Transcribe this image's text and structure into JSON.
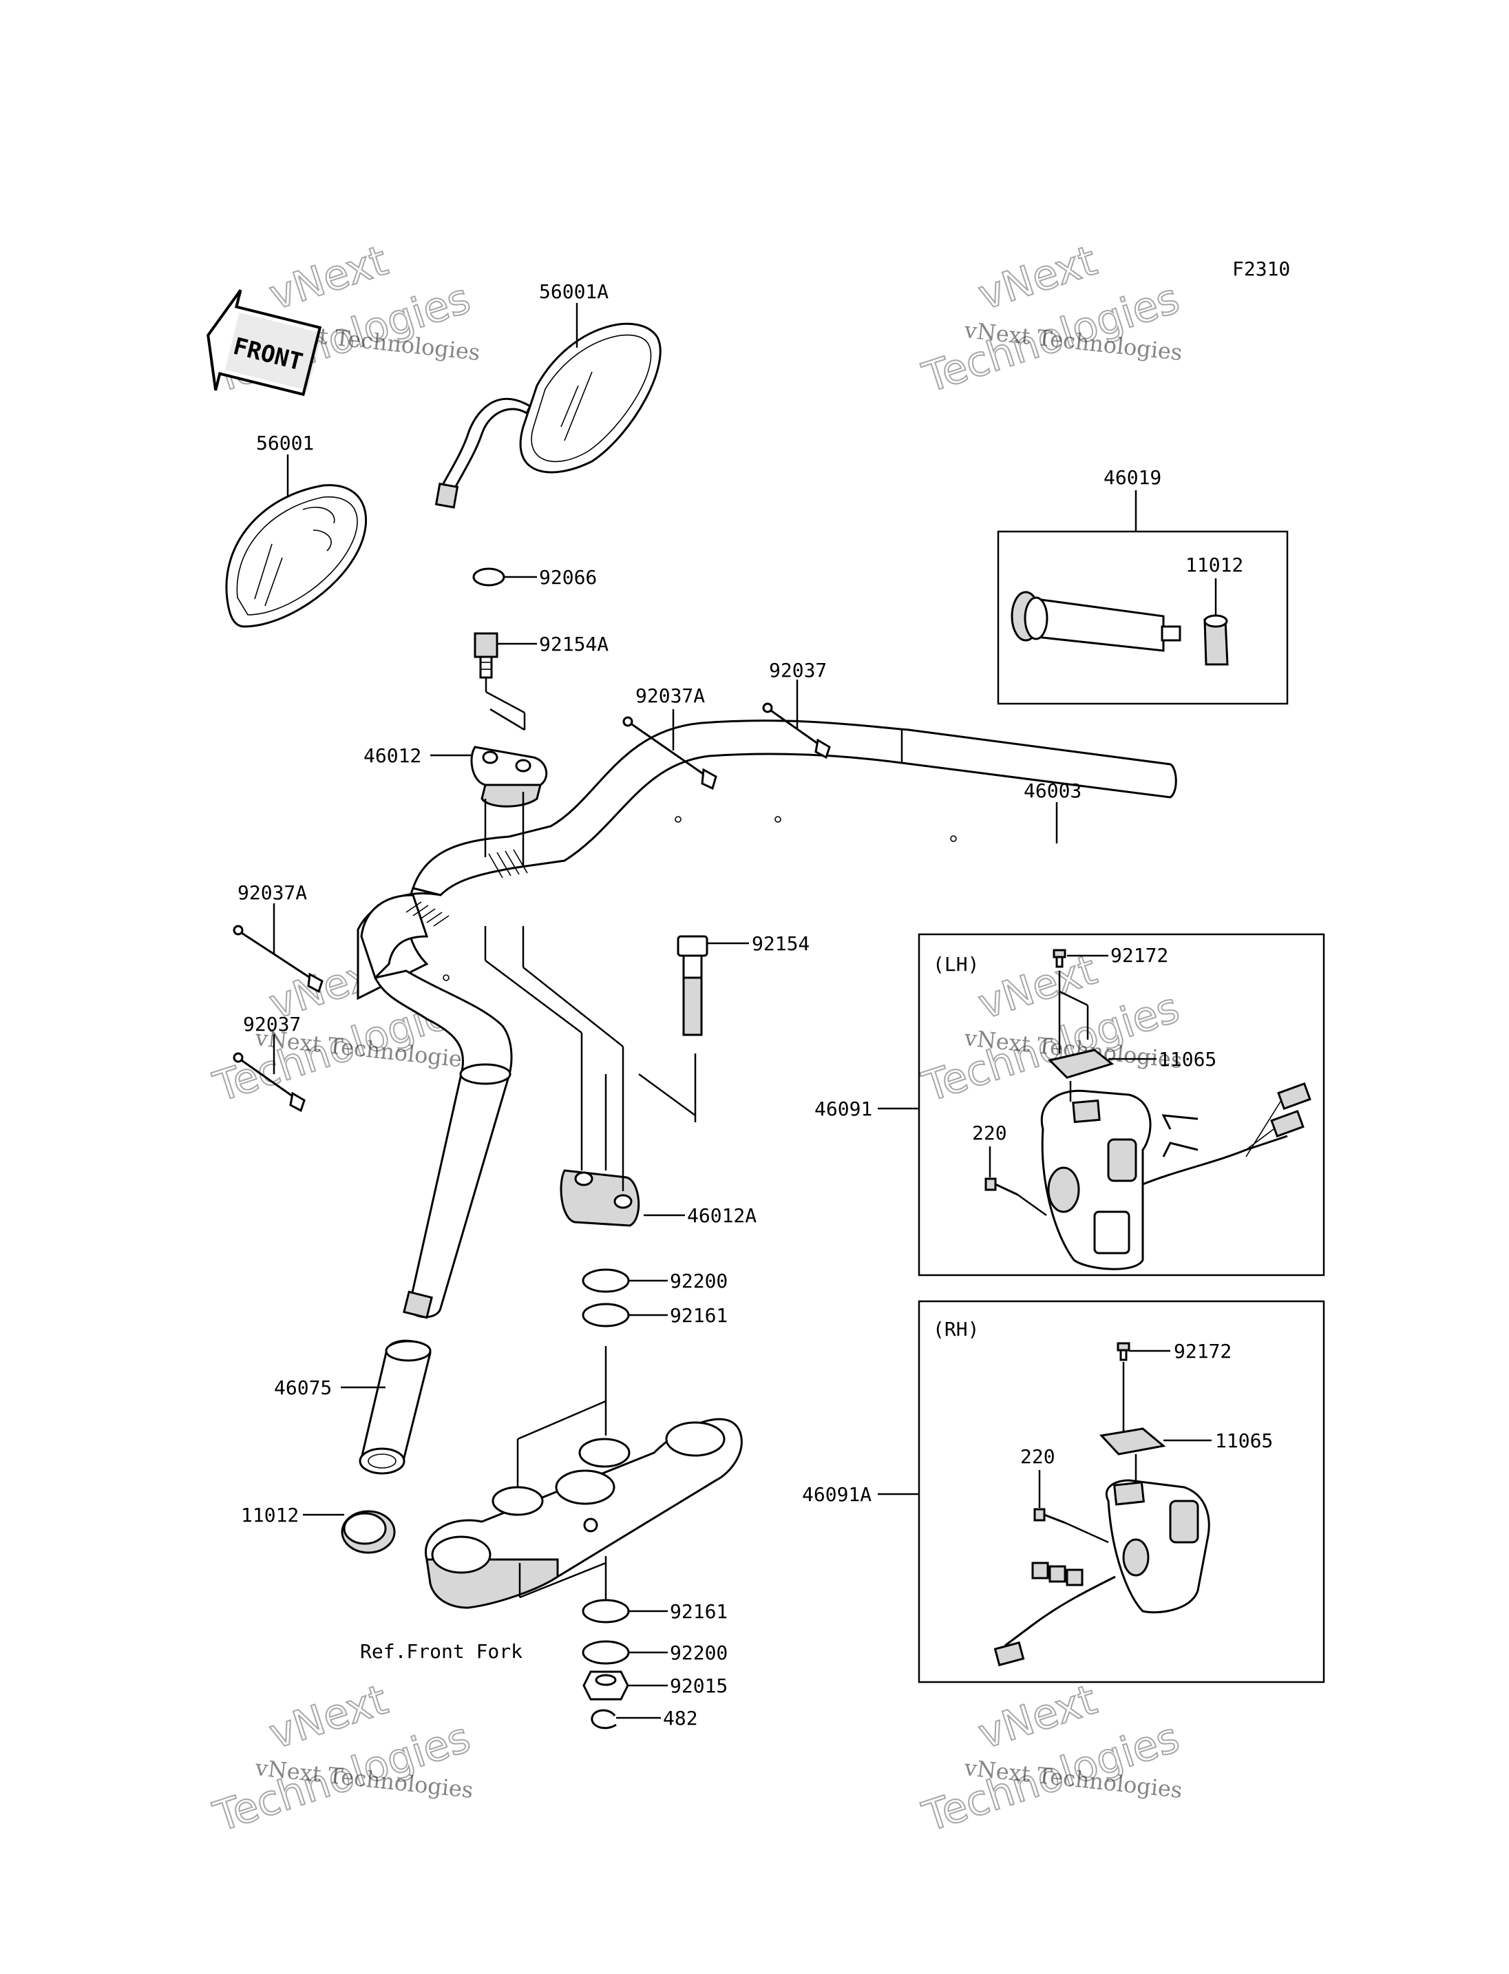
{
  "diagram_code": "F2310",
  "front_arrow_text": "FRONT",
  "box_titles": {
    "lh": "(LH)",
    "rh": "(RH)"
  },
  "reference_note": "Ref.Front Fork",
  "watermark": {
    "line1": "vNext Technologies",
    "line2": "vNext",
    "line3": "Technologies"
  },
  "callouts": [
    {
      "id": "56001A",
      "text": "56001A"
    },
    {
      "id": "56001",
      "text": "56001"
    },
    {
      "id": "92066",
      "text": "92066"
    },
    {
      "id": "92154A",
      "text": "92154A"
    },
    {
      "id": "46019",
      "text": "46019"
    },
    {
      "id": "11012-grip-box",
      "text": "11012"
    },
    {
      "id": "92037A-top",
      "text": "92037A"
    },
    {
      "id": "92037-top",
      "text": "92037"
    },
    {
      "id": "46012",
      "text": "46012"
    },
    {
      "id": "46003",
      "text": "46003"
    },
    {
      "id": "92037A-left",
      "text": "92037A"
    },
    {
      "id": "92154",
      "text": "92154"
    },
    {
      "id": "92172-lh",
      "text": "92172"
    },
    {
      "id": "92037-left",
      "text": "92037"
    },
    {
      "id": "11065-lh",
      "text": "11065"
    },
    {
      "id": "46091",
      "text": "46091"
    },
    {
      "id": "220-lh",
      "text": "220"
    },
    {
      "id": "46012A",
      "text": "46012A"
    },
    {
      "id": "92200-top",
      "text": "92200"
    },
    {
      "id": "92161-top",
      "text": "92161"
    },
    {
      "id": "92172-rh",
      "text": "92172"
    },
    {
      "id": "46075",
      "text": "46075"
    },
    {
      "id": "11065-rh",
      "text": "11065"
    },
    {
      "id": "220-rh",
      "text": "220"
    },
    {
      "id": "46091A",
      "text": "46091A"
    },
    {
      "id": "11012-left",
      "text": "11012"
    },
    {
      "id": "92161-bottom",
      "text": "92161"
    },
    {
      "id": "92200-bottom",
      "text": "92200"
    },
    {
      "id": "92015",
      "text": "92015"
    },
    {
      "id": "482",
      "text": "482"
    }
  ]
}
